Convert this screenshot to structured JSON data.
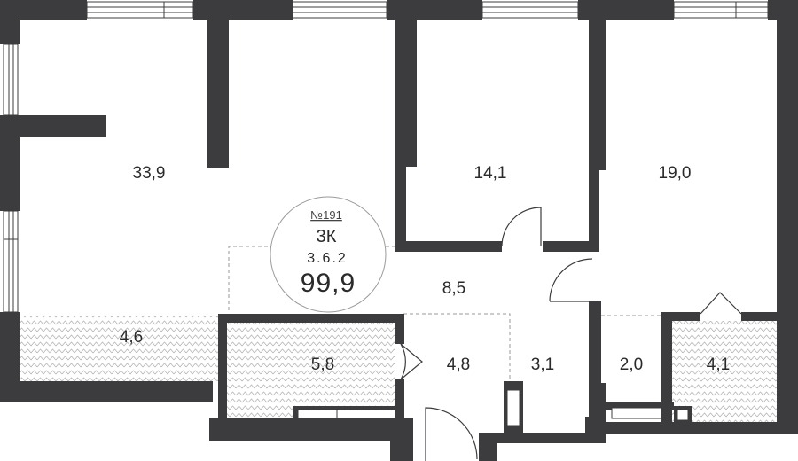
{
  "plan": {
    "apartment": {
      "number": "№191",
      "type": "3К",
      "code": "3.6.2",
      "total_area": "99,9"
    },
    "rooms": [
      {
        "id": "living-room",
        "area": "33,9"
      },
      {
        "id": "bedroom-middle",
        "area": "14,1"
      },
      {
        "id": "bedroom-right",
        "area": "19,0"
      },
      {
        "id": "hallway",
        "area": "8,5"
      },
      {
        "id": "loggia-left",
        "area": "4,6"
      },
      {
        "id": "bathroom-left",
        "area": "5,8"
      },
      {
        "id": "entry",
        "area": "4,8"
      },
      {
        "id": "corridor",
        "area": "3,1"
      },
      {
        "id": "wardrobe",
        "area": "2,0"
      },
      {
        "id": "bathroom-right",
        "area": "4,1"
      }
    ],
    "colors": {
      "wall": "#3c3c3f",
      "wet_zone_pattern": "#b8b8b8"
    }
  }
}
